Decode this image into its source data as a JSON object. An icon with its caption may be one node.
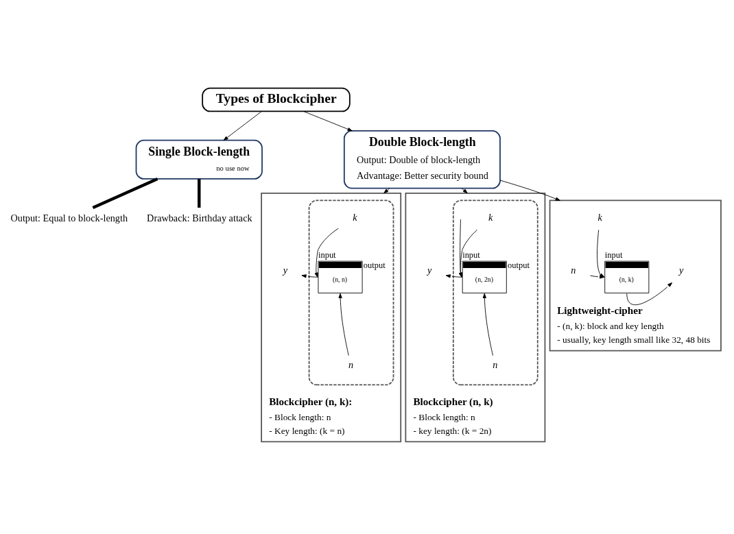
{
  "diagram": {
    "nodes": [
      {
        "text": [
          "Types of Blockcipher"
        ]
      },
      {
        "text": [
          "Single Block-length",
          "no use now"
        ]
      },
      {
        "text": [
          "Output: Equal to block-length"
        ]
      },
      {
        "text": [
          "Drawback: Birthday attack"
        ]
      },
      {
        "text": [
          "Double Block-length",
          "Output: Double of block-length",
          "Advantage: Better security bound"
        ]
      },
      {
        "text": [
          "Blockcipher (n, k):",
          "- Block length: n",
          "- Key length: (k = n)"
        ]
      },
      {
        "text": [],
        "shape": "box",
        "in": 5
      },
      {
        "text": [
          "k"
        ],
        "in": 6
      },
      {
        "text": [
          "(n, n)"
        ],
        "in": 6,
        "beside": [
          "input",
          "output"
        ]
      },
      {
        "text": [
          "n"
        ],
        "in": 6
      },
      {
        "text": [
          "y"
        ],
        "in": 5
      },
      {
        "text": [
          "Blockcipher (n, k)",
          "- Block length: n",
          "- key length: (k = 2n)"
        ]
      },
      {
        "text": [],
        "shape": "box",
        "in": 11
      },
      {
        "text": [
          "k"
        ],
        "in": 12
      },
      {
        "text": [
          "(n, 2n)"
        ],
        "in": 12,
        "beside": [
          "input",
          "output"
        ]
      },
      {
        "text": [
          "n"
        ],
        "in": 12
      },
      {
        "text": [
          "y"
        ],
        "in": 11
      },
      {
        "text": [
          "Lightweight-cipher",
          "- (n, k): block and key length",
          "- usually, key length small like 32, 48 bits"
        ]
      },
      {
        "text": [
          "k"
        ],
        "in": 17
      },
      {
        "text": [
          "n"
        ],
        "in": 17
      },
      {
        "text": [
          "(n, k)"
        ],
        "in": 17,
        "beside": [
          "input"
        ]
      },
      {
        "text": [
          "y"
        ],
        "in": 17
      }
    ],
    "edges": [
      {
        "from": 0,
        "to": 1,
        "arrow": "to"
      },
      {
        "from": 0,
        "to": 4,
        "arrow": "to"
      },
      {
        "from": 1,
        "to": 2,
        "arrow": "none",
        "style": "thick"
      },
      {
        "from": 1,
        "to": 3,
        "arrow": "none",
        "style": "thick"
      },
      {
        "from": 4,
        "to": 5,
        "arrow": "to"
      },
      {
        "from": 4,
        "to": 11,
        "arrow": "to"
      },
      {
        "from": 4,
        "to": 17,
        "arrow": "to"
      },
      {
        "from": 7,
        "to": 8,
        "arrow": "to"
      },
      {
        "from": 9,
        "to": 8,
        "arrow": "to"
      },
      {
        "from": 8,
        "to": 10,
        "arrow": "to"
      },
      {
        "from": 13,
        "to": 14,
        "arrow": "to"
      },
      {
        "from": null,
        "to": 14,
        "arrow": "to"
      },
      {
        "from": 15,
        "to": 14,
        "arrow": "to"
      },
      {
        "from": 14,
        "to": 16,
        "arrow": "to"
      },
      {
        "from": 18,
        "to": 20,
        "arrow": "to"
      },
      {
        "from": 19,
        "to": 20,
        "arrow": "to"
      },
      {
        "from": 20,
        "to": 21,
        "arrow": "to"
      }
    ]
  }
}
